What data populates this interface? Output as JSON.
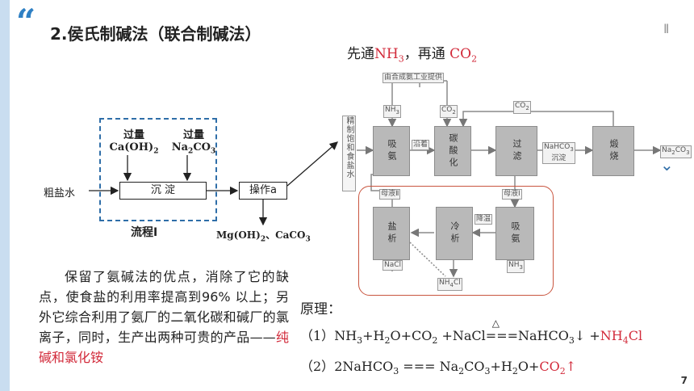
{
  "header": {
    "quote_mark": "“",
    "title": "2.侯氏制碱法（联合制碱法）",
    "pause_icon": "II",
    "subtitle_prefix": "先通",
    "subtitle_nh3": "NH",
    "subtitle_nh3_sub": "3",
    "subtitle_mid": "，再通 ",
    "subtitle_co2": "CO",
    "subtitle_co2_sub": "2"
  },
  "flow1": {
    "reagent1": "过量",
    "reagent1_formula": "Ca(OH)",
    "reagent1_sub": "2",
    "reagent2": "过量",
    "reagent2_formula": "Na",
    "reagent2_sub1": "2",
    "reagent2_formula2": "CO",
    "reagent2_sub2": "3",
    "input": "粗盐水",
    "step1": "沉 淀",
    "step2": "操作a",
    "output_a": "Mg(OH)",
    "output_a_sub": "2",
    "output_b": "、CaCO",
    "output_b_sub": "3",
    "label": "流程Ⅰ"
  },
  "process": {
    "source": "由合成氨工业提供",
    "nh3_in": "NH",
    "co2_in": "CO",
    "co2_return": "CO",
    "feed": "精制饱和食盐水",
    "absorb1": "吸氨",
    "to_carb": "沿着",
    "carbonate": "碳酸化",
    "filter": "过滤",
    "nahco3": "NaHCO",
    "precip": "沉淀",
    "calcine": "煅烧",
    "product": "Na",
    "mother1": "母液Ⅱ",
    "mother2": "母液Ⅰ",
    "salt_out": "盐析",
    "cool_out": "冷析",
    "lowtemp": "降温",
    "absorb2": "吸氨",
    "nacl": "NaCl",
    "nh3_b": "NH",
    "nh4cl": "NH",
    "chevron": "⌄"
  },
  "paragraph": {
    "text": "保留了氨碱法的优点，消除了它的缺点，使食盐的利用率提高到96% 以上；另外它综合利用了氨厂的二氧化碳和碱厂的氯离子，同时，生产出两种可贵的产品——",
    "highlight": "纯碱和氯化铵"
  },
  "principle": {
    "label": "原理：",
    "eq1_num": "（1）",
    "eq1_a": "NH",
    "eq1_b": "+H",
    "eq1_c": "O+CO",
    "eq1_d": " +NaCl",
    "eq1_heat": "△",
    "eq1_arrow": "===",
    "eq1_e": "NaHCO",
    "eq1_f": "↓ +",
    "eq1_g": "NH",
    "eq1_h": "Cl",
    "eq2_num": "（2）",
    "eq2_a": "2NaHCO",
    "eq2_eq": " === ",
    "eq2_b": "Na",
    "eq2_c": "CO",
    "eq2_d": "+H",
    "eq2_e": "O+",
    "eq2_f": "CO",
    "eq2_g": "↑",
    "sub2": "2",
    "sub3": "3",
    "sub4": "4"
  },
  "page_number": "7",
  "colors": {
    "accent": "#2f80c4",
    "red": "#d22a3a",
    "dash_box": "#2f6ea8",
    "highlight_box": "#c9553f"
  }
}
